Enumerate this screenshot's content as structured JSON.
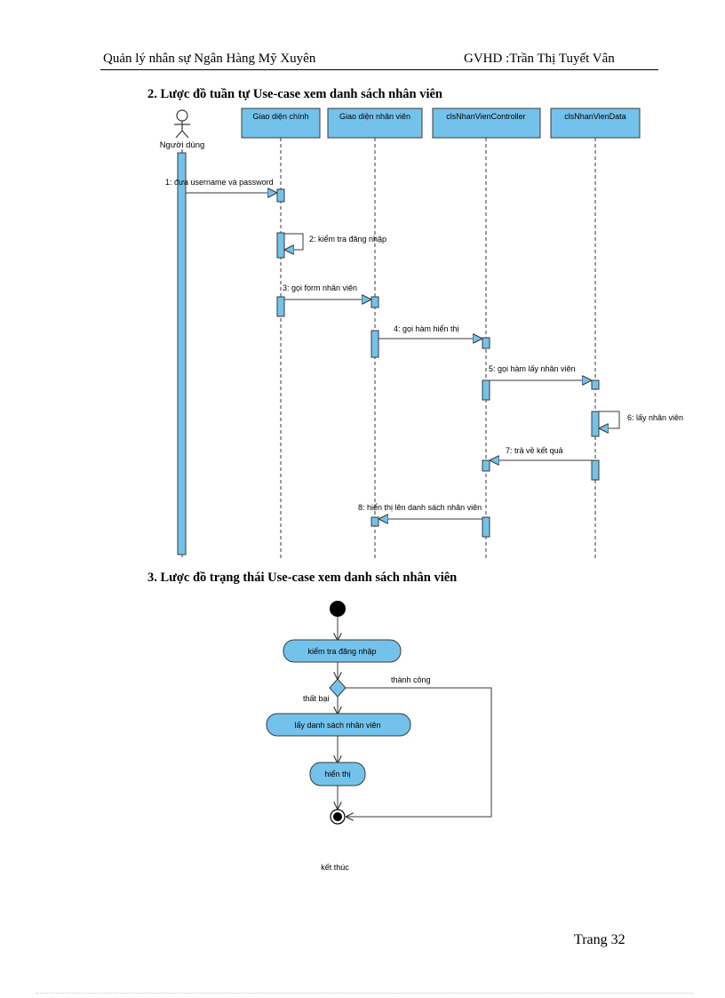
{
  "header": {
    "left": "Quản lý nhân sự Ngân Hàng Mỹ Xuyên",
    "right": "GVHD :Trần Thị Tuyết Vân"
  },
  "section2": {
    "title": "2. Lược đồ tuần tự Use-case xem danh sách nhân viên",
    "actor": "Người dùng",
    "lifelines": [
      "Giao diện chính",
      "Giao diện nhân viên",
      "clsNhanVienController",
      "clsNhanVienData"
    ],
    "messages": [
      "1: đưa username và password",
      "2: kiểm tra đăng nhập",
      "3: gọi form nhân viên",
      "4: gọi hàm hiển thị",
      "5: gọi hàm lấy nhân viên",
      "6: lấy nhân viên",
      "7: trả về kết quả",
      "8: hiển thị lên danh sách nhân viên"
    ]
  },
  "section3": {
    "title": "3. Lược đồ trạng thái Use-case xem danh sách nhân viên",
    "states": [
      "kiểm tra đăng nhập",
      "lấy danh sách nhân viên",
      "hiển thị"
    ],
    "guard_success": "thành công",
    "guard_fail": "thất bại",
    "end_label": "kết thúc"
  },
  "footer": {
    "page": "Trang 32"
  },
  "colors": {
    "box_fill": "#73c2eb",
    "line": "#3a3a3a"
  }
}
